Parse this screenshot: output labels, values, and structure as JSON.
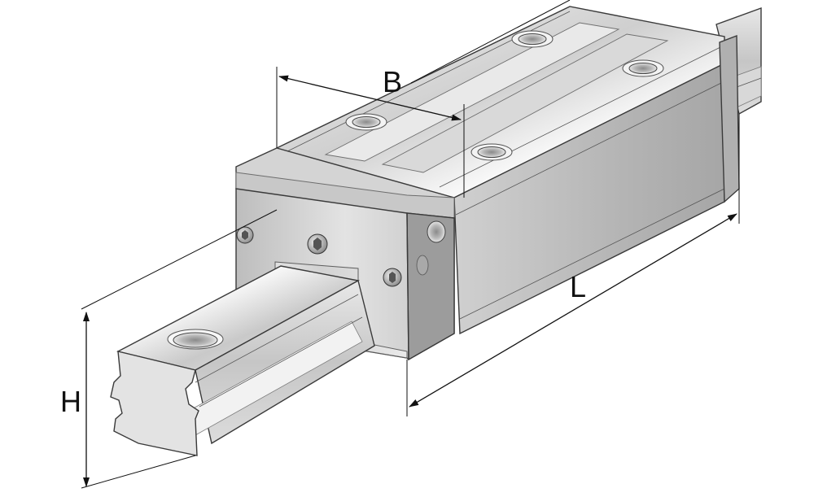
{
  "diagram": {
    "dimensions": {
      "width_label": "B",
      "length_label": "L",
      "height_label": "H"
    }
  }
}
